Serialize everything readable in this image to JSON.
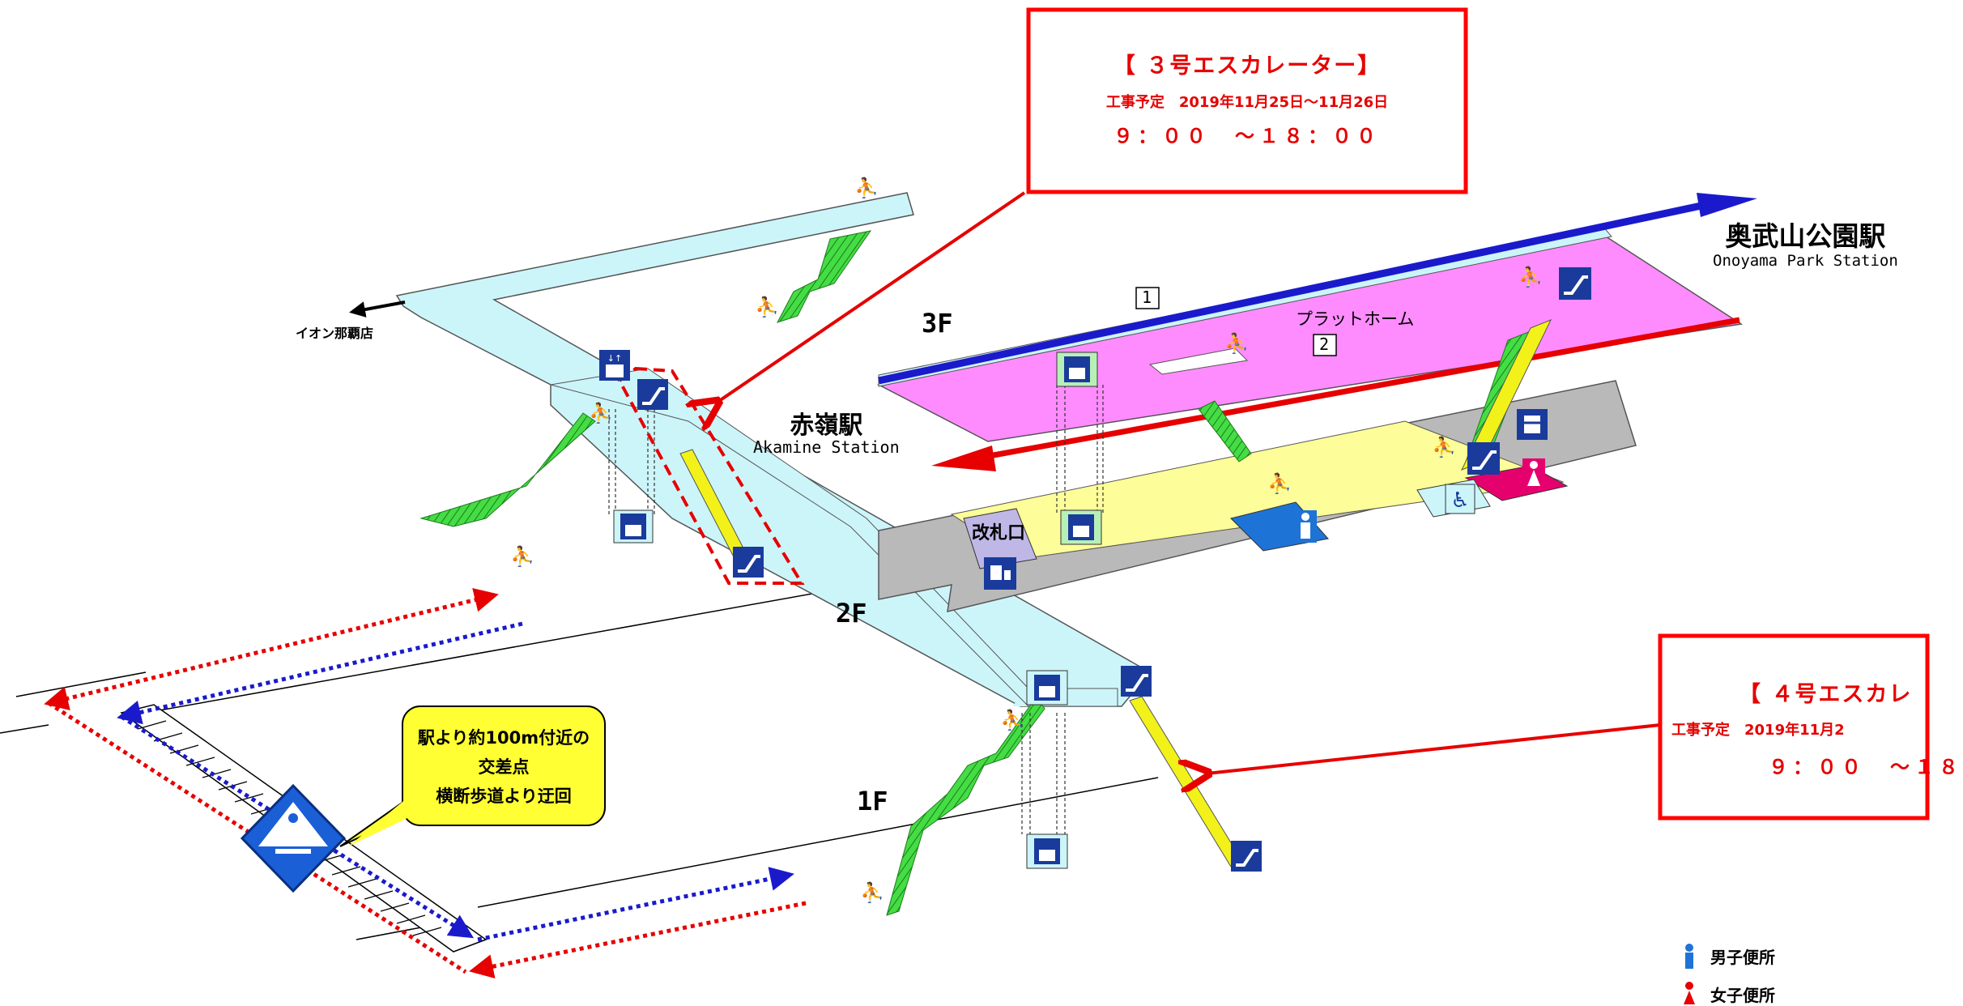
{
  "stations": {
    "akamine": {
      "name_ja": "赤嶺駅",
      "name_en": "Akamine Station"
    },
    "onoyama": {
      "name_ja": "奥武山公園駅",
      "name_en": "Onoyama Park Station"
    }
  },
  "floors": {
    "f3": "3F",
    "f2": "2F",
    "f1": "1F"
  },
  "labels": {
    "aeon": "イオン那覇店",
    "platform": "プラットホーム",
    "ticket_gate": "改札口",
    "track1": "1",
    "track2": "2"
  },
  "notice_escalator3": {
    "title": "【 ３号エスカレーター】",
    "schedule": "工事予定　2019年11月25日～11月26日",
    "hours": "９：００　～１８：００"
  },
  "notice_escalator4": {
    "title": "【 ４号エスカレ",
    "schedule": "工事予定　2019年11月2",
    "hours": "９：００　～１８"
  },
  "detour_callout": {
    "line1": "駅より約100m付近の",
    "line2": "交差点",
    "line3": "横断歩道より迂回"
  },
  "legend": [
    {
      "icon": "male-restroom-icon",
      "label": "男子便所"
    },
    {
      "icon": "female-restroom-icon",
      "label": "女子便所"
    }
  ],
  "colors": {
    "walkway": "#ccf5fa",
    "platform": "#ff8cff",
    "concourse": "#fdfd99",
    "gray_floor": "#b9b9b9",
    "stairs": "#44dd44",
    "escalator": "#f2f21a",
    "notice_border": "#ff0000",
    "notice_text": "#e60000",
    "detour_red": "#e60000",
    "detour_blue": "#1a1acc",
    "sign_blue": "#1a3b9c"
  }
}
